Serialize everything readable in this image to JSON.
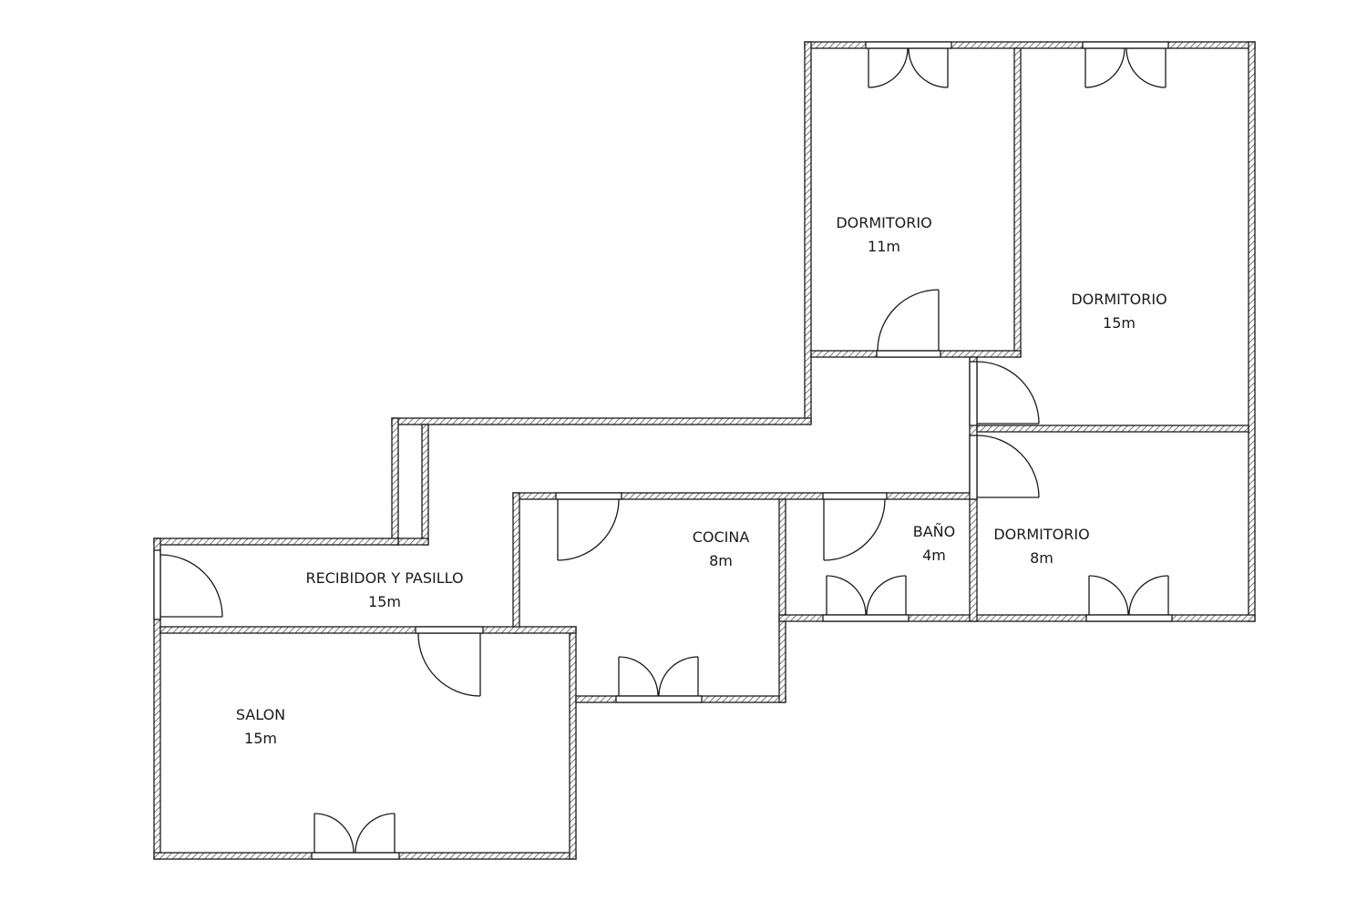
{
  "rooms": {
    "dormitorio_11": {
      "name": "DORMITORIO",
      "area": "11m"
    },
    "dormitorio_15": {
      "name": "DORMITORIO",
      "area": "15m"
    },
    "dormitorio_8": {
      "name": "DORMITORIO",
      "area": "8m"
    },
    "bano": {
      "name": "BAÑO",
      "area": "4m"
    },
    "cocina": {
      "name": "COCINA",
      "area": "8m"
    },
    "recibidor": {
      "name": "RECIBIDOR Y PASILLO",
      "area": "15m"
    },
    "salon": {
      "name": "SALON",
      "area": "15m"
    }
  },
  "colors": {
    "wall": "#1a1a1a",
    "hatch": "#555555",
    "background": "#ffffff"
  }
}
